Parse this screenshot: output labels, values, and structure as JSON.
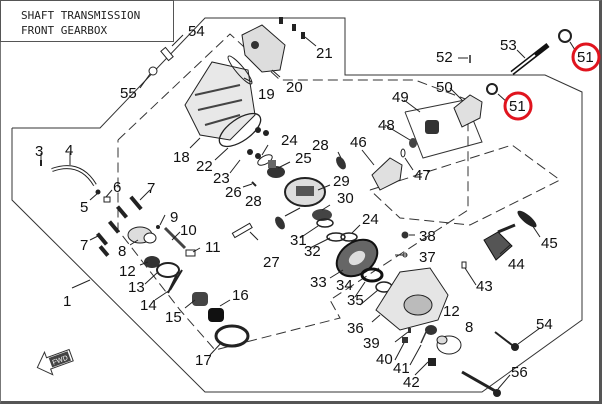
{
  "title": {
    "line1": "SHAFT TRANSMISSION",
    "line2": "FRONT GEARBOX"
  },
  "highlight_color": "#e0141e",
  "callouts": [
    {
      "id": "c1",
      "label": "1"
    },
    {
      "id": "c3",
      "label": "3"
    },
    {
      "id": "c4",
      "label": "4"
    },
    {
      "id": "c5",
      "label": "5"
    },
    {
      "id": "c6",
      "label": "6"
    },
    {
      "id": "c7a",
      "label": "7"
    },
    {
      "id": "c7b",
      "label": "7"
    },
    {
      "id": "c8a",
      "label": "8"
    },
    {
      "id": "c8b",
      "label": "8"
    },
    {
      "id": "c9",
      "label": "9"
    },
    {
      "id": "c10",
      "label": "10"
    },
    {
      "id": "c11",
      "label": "11"
    },
    {
      "id": "c12a",
      "label": "12"
    },
    {
      "id": "c12b",
      "label": "12"
    },
    {
      "id": "c13",
      "label": "13"
    },
    {
      "id": "c14",
      "label": "14"
    },
    {
      "id": "c15",
      "label": "15"
    },
    {
      "id": "c16",
      "label": "16"
    },
    {
      "id": "c17",
      "label": "17"
    },
    {
      "id": "c18",
      "label": "18"
    },
    {
      "id": "c19",
      "label": "19"
    },
    {
      "id": "c20",
      "label": "20"
    },
    {
      "id": "c21",
      "label": "21"
    },
    {
      "id": "c22",
      "label": "22"
    },
    {
      "id": "c23",
      "label": "23"
    },
    {
      "id": "c24a",
      "label": "24"
    },
    {
      "id": "c24b",
      "label": "24"
    },
    {
      "id": "c25",
      "label": "25"
    },
    {
      "id": "c26",
      "label": "26"
    },
    {
      "id": "c27",
      "label": "27"
    },
    {
      "id": "c28a",
      "label": "28"
    },
    {
      "id": "c28b",
      "label": "28"
    },
    {
      "id": "c29",
      "label": "29"
    },
    {
      "id": "c30",
      "label": "30"
    },
    {
      "id": "c31",
      "label": "31"
    },
    {
      "id": "c32",
      "label": "32"
    },
    {
      "id": "c33",
      "label": "33"
    },
    {
      "id": "c34",
      "label": "34"
    },
    {
      "id": "c35",
      "label": "35"
    },
    {
      "id": "c36",
      "label": "36"
    },
    {
      "id": "c37",
      "label": "37"
    },
    {
      "id": "c38",
      "label": "38"
    },
    {
      "id": "c39",
      "label": "39"
    },
    {
      "id": "c40",
      "label": "40"
    },
    {
      "id": "c41",
      "label": "41"
    },
    {
      "id": "c42",
      "label": "42"
    },
    {
      "id": "c43",
      "label": "43"
    },
    {
      "id": "c44",
      "label": "44"
    },
    {
      "id": "c45",
      "label": "45"
    },
    {
      "id": "c46",
      "label": "46"
    },
    {
      "id": "c47",
      "label": "47"
    },
    {
      "id": "c48",
      "label": "48"
    },
    {
      "id": "c49",
      "label": "49"
    },
    {
      "id": "c50",
      "label": "50"
    },
    {
      "id": "c51a",
      "label": "51",
      "highlighted": true
    },
    {
      "id": "c51b",
      "label": "51",
      "highlighted": true
    },
    {
      "id": "c52",
      "label": "52"
    },
    {
      "id": "c53",
      "label": "53"
    },
    {
      "id": "c54a",
      "label": "54"
    },
    {
      "id": "c54b",
      "label": "54"
    },
    {
      "id": "c55",
      "label": "55"
    },
    {
      "id": "c56",
      "label": "56"
    }
  ],
  "fwd_marker": "FWD"
}
